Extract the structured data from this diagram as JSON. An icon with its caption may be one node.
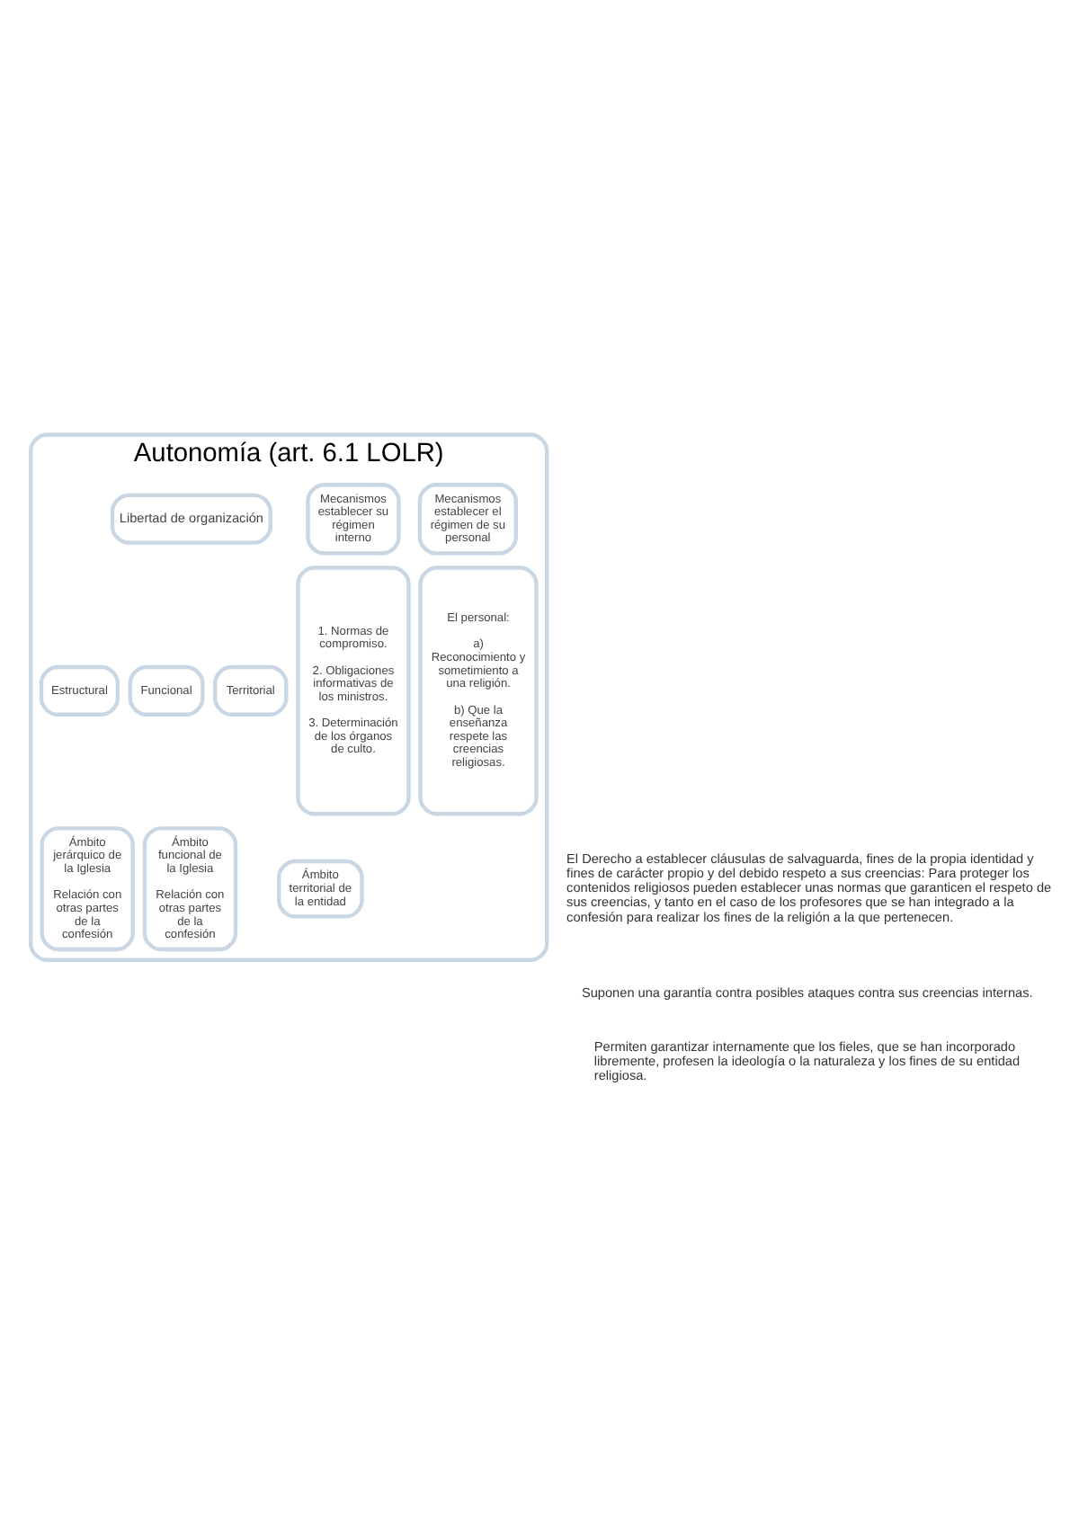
{
  "diagram": {
    "nodes": [
      {
        "text": [
          "Autonomía (art. 6.1 LOLR)"
        ]
      },
      {
        "text": [
          "Libertad de organización"
        ],
        "in": 0
      },
      {
        "text": [
          "Mecanismos establecer su régimen interno"
        ],
        "in": 0
      },
      {
        "text": [
          "Mecanismos establecer el régimen de su personal"
        ],
        "in": 0
      },
      {
        "text": [
          "Territorial"
        ],
        "in": 0
      },
      {
        "text": [
          "Estructural"
        ],
        "in": 0
      },
      {
        "text": [
          "Funcional"
        ],
        "in": 0
      },
      {
        "text": [
          "Ámbito territorial de la entidad"
        ],
        "in": 0
      },
      {
        "text": [
          "Ámbito jerárquico de la Iglesia",
          "Relación con otras partes de la confesión"
        ],
        "in": 0
      },
      {
        "text": [
          "Ámbito funcional de la Iglesia",
          "Relación con otras partes de la confesión"
        ],
        "in": 0
      },
      {
        "text": [
          "1. Normas de compromiso.",
          "2. Obligaciones informativas de los ministros.",
          "3. Determinación de los órganos de culto."
        ],
        "in": 0
      },
      {
        "text": [
          "El personal:",
          "a) Reconocimiento y sometimiento a una religión.",
          "b) Que la enseñanza respete las creencias religiosas."
        ],
        "in": 0
      }
    ],
    "labels": [
      "El Derecho a establecer cláusulas de salvaguarda, fines de la propia identidad y fines de carácter propio y del debido respeto a sus creencias: Para proteger los contenidos religiosos pueden establecer unas normas que garanticen el respeto de sus creencias, y tanto en el caso de los profesores que se han integrado a la confesión para realizar los fines de la religión a la que pertenecen.",
      "Suponen una garantía contra posibles ataques contra sus creencias internas.",
      "Permiten garantizar internamente que los fieles, que se han incorporado libremente, profesen la ideología o la naturaleza y los fines de su entidad religiosa."
    ]
  }
}
